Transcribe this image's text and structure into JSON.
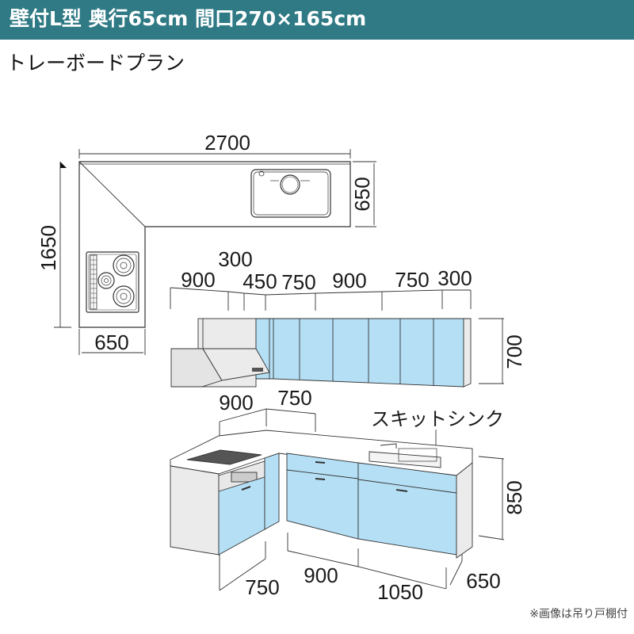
{
  "header": {
    "title": "壁付L型 奥行65cm 間口270×165cm",
    "background": "#2f7a85"
  },
  "subtitle": "トレーボードプラン",
  "plan_view": {
    "width_label": "2700",
    "depth_right_label": "650",
    "height_left_label": "1650",
    "bottom_depth_label": "650"
  },
  "wall_cabinets": {
    "widths": [
      "900",
      "300",
      "450",
      "750",
      "900",
      "750",
      "300"
    ],
    "height_label": "700"
  },
  "base_cabinets": {
    "top_widths": [
      "900",
      "750"
    ],
    "sink_label": "スキットシンク",
    "height_label": "850",
    "bottom_widths": [
      "750",
      "900",
      "1050",
      "650"
    ]
  },
  "colors": {
    "cabinet_blue": "#b5dff5",
    "body_gray": "#ebebeb",
    "line": "#333333"
  },
  "note": "※画像は吊り戸棚付"
}
